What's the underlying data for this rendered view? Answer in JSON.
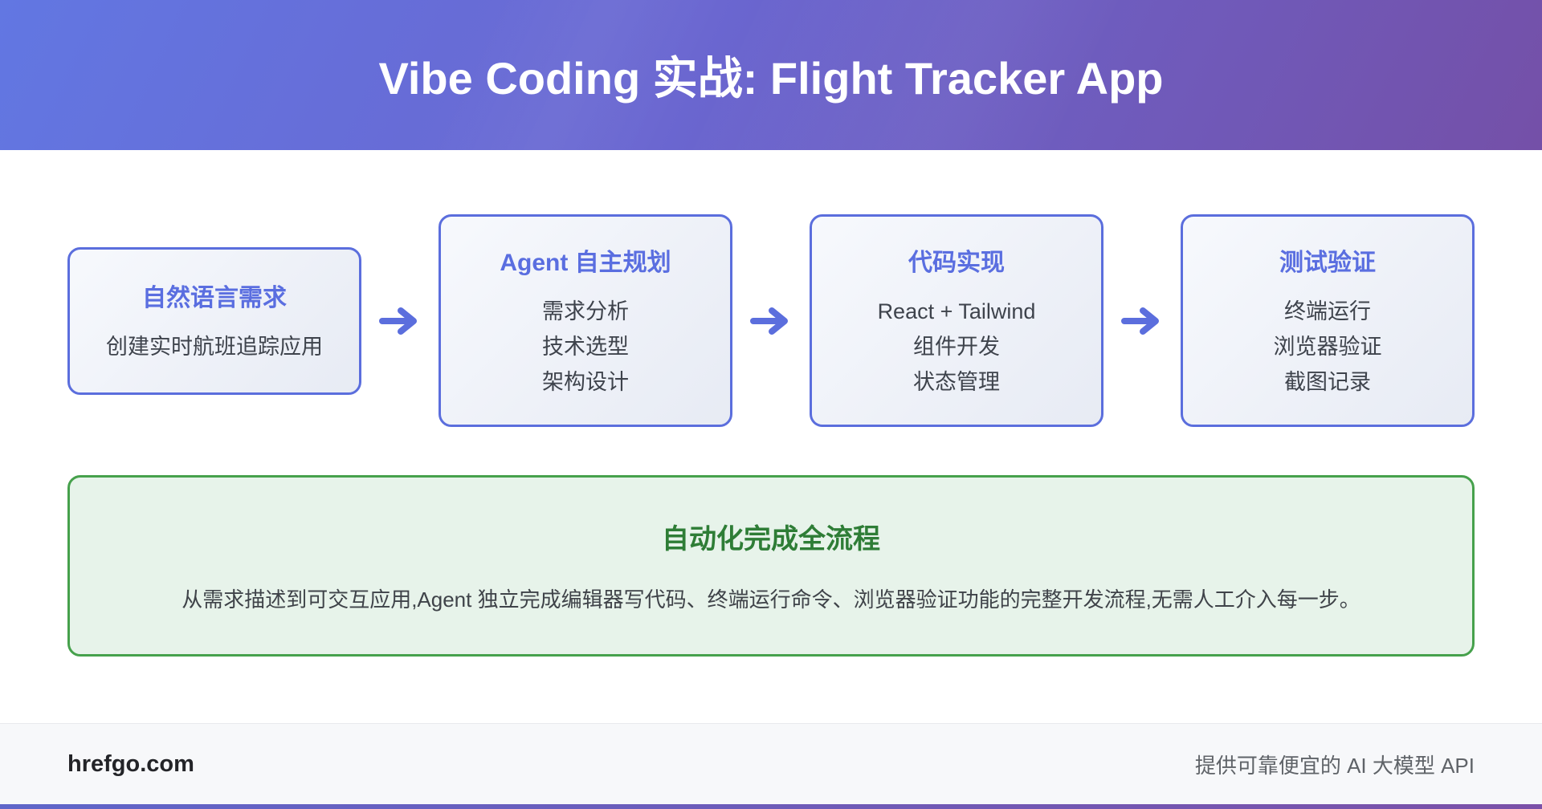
{
  "header": {
    "title": "Vibe Coding 实战: Flight Tracker App"
  },
  "flow": {
    "steps": [
      {
        "title": "自然语言需求",
        "items": [
          "创建实时航班追踪应用"
        ]
      },
      {
        "title": "Agent 自主规划",
        "items": [
          "需求分析",
          "技术选型",
          "架构设计"
        ]
      },
      {
        "title": "代码实现",
        "items": [
          "React + Tailwind",
          "组件开发",
          "状态管理"
        ]
      },
      {
        "title": "测试验证",
        "items": [
          "终端运行",
          "浏览器验证",
          "截图记录"
        ]
      }
    ],
    "arrow_icon": "arrow-right"
  },
  "summary": {
    "title": "自动化完成全流程",
    "description": "从需求描述到可交互应用,Agent 独立完成编辑器写代码、终端运行命令、浏览器验证功能的完整开发流程,无需人工介入每一步。"
  },
  "footer": {
    "brand": "hrefgo.com",
    "tagline": "提供可靠便宜的 AI 大模型 API"
  },
  "colors": {
    "header_gradient_start": "#6277e2",
    "header_gradient_end": "#7450a8",
    "step_border": "#5b6edd",
    "step_title": "#5a6ee0",
    "step_text": "#3e434c",
    "arrow": "#5b6edd",
    "summary_border": "#46a14c",
    "summary_bg": "#e7f3ea",
    "summary_title": "#2e7d36",
    "footer_bg": "#f7f8fa",
    "footer_brand": "#232428",
    "footer_tagline": "#5f6368"
  }
}
